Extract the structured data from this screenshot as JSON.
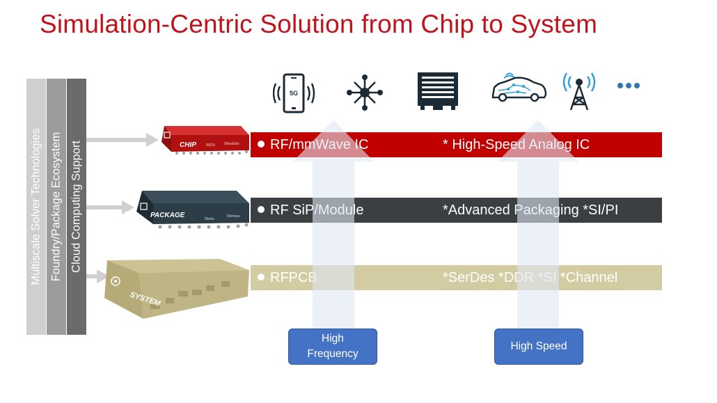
{
  "title": "Simulation-Centric Solution from Chip to System",
  "vertical_bars": [
    {
      "label": "Multiscale Solver Technologies",
      "color": "#cfcfcf"
    },
    {
      "label": "Foundry/Package Ecosystem",
      "color": "#9c9c9c"
    },
    {
      "label": "Cloud Computing Support",
      "color": "#6b6b6b"
    }
  ],
  "icons": [
    "5g-phone-icon",
    "network-hub-icon",
    "server-rack-icon",
    "connected-car-icon",
    "radio-tower-icon",
    "more-dots-icon"
  ],
  "icon_texts": {
    "phone": "5G"
  },
  "levels": [
    {
      "name": "CHIP",
      "logos": [
        "BEIS",
        "iModeler"
      ],
      "left": "RF/mmWave IC",
      "right": "* High-Speed Analog IC",
      "band_color": "#c00000"
    },
    {
      "name": "PACKAGE",
      "logos": [
        "Metis",
        "Hermes"
      ],
      "left": "RF SiP/Module",
      "right": "*Advanced Packaging *SI/PI",
      "band_color": "#3b3f42"
    },
    {
      "name": "SYSTEM",
      "logos": [],
      "left": "RFPCB",
      "right": "*SerDes *DDR *SI *Channel",
      "band_color": "#d3cba2"
    }
  ],
  "tags": {
    "high_frequency": "High\nFrequency",
    "high_speed": "High Speed"
  },
  "colors": {
    "accent": "#c0141c",
    "tag": "#4472c4",
    "arrow_fill": "#dfe6f2"
  }
}
